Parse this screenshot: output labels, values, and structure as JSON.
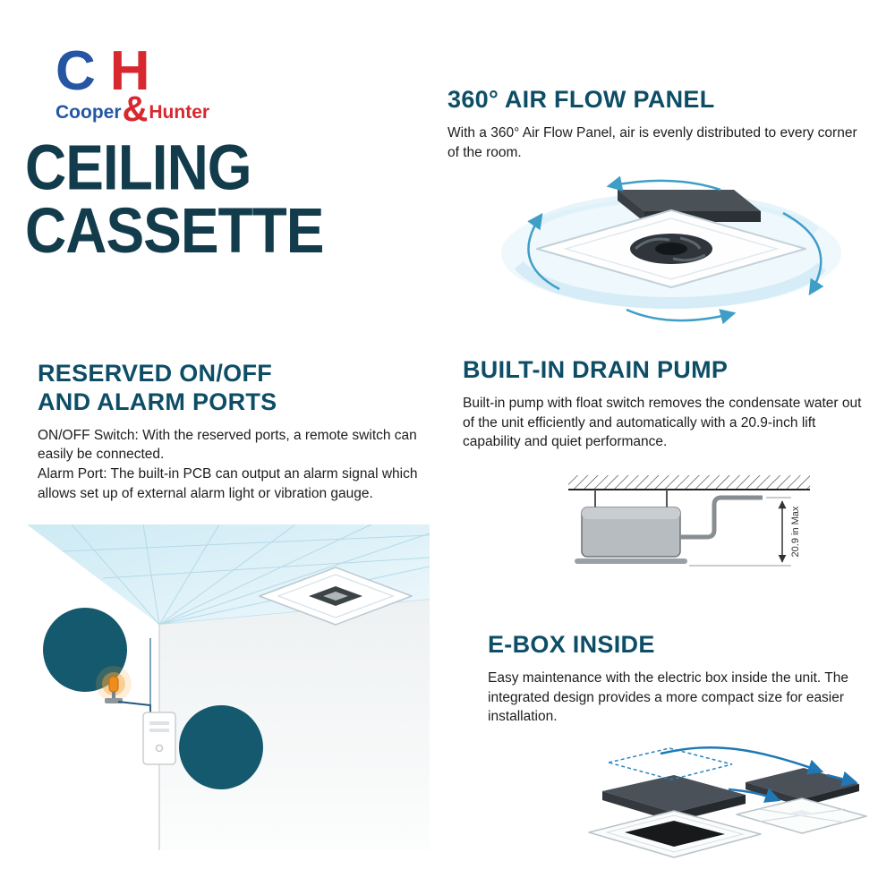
{
  "logo": {
    "c": "C",
    "ampersand": "&",
    "h": "H",
    "cooper": "Cooper",
    "hunter": "Hunter"
  },
  "title": {
    "line1": "CEILING",
    "line2": "CASSETTE"
  },
  "airflow_section": {
    "heading": "360° AIR FLOW PANEL",
    "body": "With a 360° Air Flow Panel, air is evenly distributed to every corner of the room."
  },
  "ports_section": {
    "heading_line1": "RESERVED ON/OFF",
    "heading_line2": "AND ALARM PORTS",
    "paragraph1": "ON/OFF Switch: With the reserved ports, a remote switch can easily be connected.",
    "paragraph2": "Alarm Port: The built-in PCB can output an alarm signal which allows set up of external alarm light or vibration gauge."
  },
  "drain_section": {
    "heading": "BUILT-IN DRAIN PUMP",
    "body": "Built-in pump with float switch removes the condensate water out of the unit efficiently and automatically with a 20.9-inch lift capability and quiet performance.",
    "dimension_label": "20.9 in Max"
  },
  "ebox_section": {
    "heading": "E-BOX INSIDE",
    "body": "Easy maintenance with the electric box inside the unit. The integrated design provides a more compact size for easier installation."
  },
  "colors": {
    "heading_teal": "#0d4e66",
    "title_teal": "#123c4c",
    "logo_blue": "#2456a4",
    "logo_red": "#d7282f",
    "circle_teal": "#14596d",
    "airflow_blue": "#3f9ec7"
  }
}
